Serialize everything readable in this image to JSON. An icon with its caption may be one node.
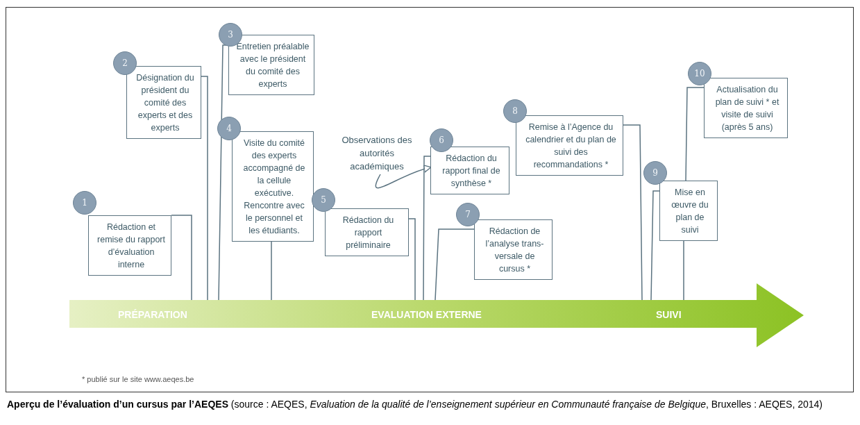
{
  "diagram": {
    "caption": "**Aperçu de l’évaluation d’un cursus par l’AEQES** (source : AEQES, *Evaluation de la qualité de l’enseignement supérieur en Communauté française de Belgique*, Bruxelles : AEQES, 2014)",
    "nodes": [
      {
        "text": [
          "PRÉPARATION",
          "EVALUATION EXTERNE",
          "SUIVI"
        ]
      },
      {
        "text": [
          "1"
        ]
      },
      {
        "text": [
          "Rédaction et remise du rapport d’évaluation interne"
        ]
      },
      {
        "text": [
          "2"
        ]
      },
      {
        "text": [
          "Désignation du président du comité des experts et des experts"
        ]
      },
      {
        "text": [
          "3"
        ]
      },
      {
        "text": [
          "Entretien préalable avec le président du comité des experts"
        ]
      },
      {
        "text": [
          "4"
        ]
      },
      {
        "text": [
          "Visite du comité des experts accompagné de la cellule exécutive. Rencontre avec le personnel et les étudiants."
        ]
      },
      {
        "text": [
          "5"
        ]
      },
      {
        "text": [
          "Rédaction du rapport préliminaire"
        ]
      },
      {
        "text": [
          "Observations des autorités académiques"
        ]
      },
      {
        "text": [
          "6"
        ]
      },
      {
        "text": [
          "Rédaction du rapport final de synthèse *"
        ]
      },
      {
        "text": [
          "7"
        ]
      },
      {
        "text": [
          "Rédaction de l’analyse trans- versale de cursus *"
        ]
      },
      {
        "text": [
          "8"
        ]
      },
      {
        "text": [
          "Remise à l’Agence du calendrier et du plan de suivi des recommandations *"
        ]
      },
      {
        "text": [
          "9"
        ]
      },
      {
        "text": [
          "Mise en œuvre du plan de suivi"
        ]
      },
      {
        "text": [
          "10"
        ]
      },
      {
        "text": [
          "Actualisation du plan de suivi * et visite de suivi (après 5 ans)"
        ]
      }
    ],
    "edges": [
      {
        "from": 2,
        "to": 0,
        "arrow": "none"
      },
      {
        "from": 4,
        "to": 0,
        "arrow": "none"
      },
      {
        "from": 6,
        "to": 0,
        "arrow": "none"
      },
      {
        "from": 8,
        "to": 0,
        "arrow": "none"
      },
      {
        "from": 10,
        "to": 0,
        "arrow": "none"
      },
      {
        "from": 11,
        "to": 13,
        "arrow": "to"
      },
      {
        "from": 13,
        "to": 0,
        "arrow": "none"
      },
      {
        "from": 15,
        "to": 0,
        "arrow": "none"
      },
      {
        "from": 17,
        "to": 0,
        "arrow": "none"
      },
      {
        "from": 19,
        "to": 0,
        "arrow": "none"
      },
      {
        "from": 21,
        "to": 19,
        "arrow": "none"
      },
      {
        "from": 19,
        "to": 0,
        "arrow": "none"
      }
    ],
    "labels": [
      "* publié sur le site www.aeqes.be"
    ]
  }
}
